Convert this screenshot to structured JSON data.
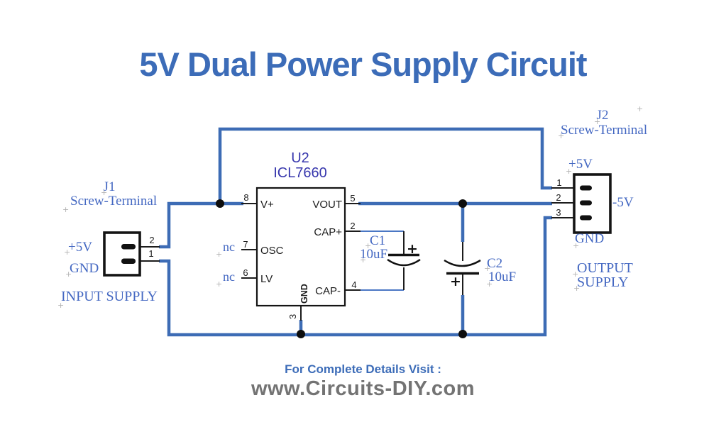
{
  "title": "5V Dual Power Supply Circuit",
  "colors": {
    "title_blue": "#3c6cb8",
    "wire_blue": "#3d6cb5",
    "label_blue": "#4468c2",
    "ic_ref_indigo": "#3737ad",
    "ink_black": "#1c1c1c",
    "footer_gray": "#737373"
  },
  "ic": {
    "ref": "U2",
    "part": "ICL7660",
    "left_pins": [
      {
        "num": "8",
        "name": "V+"
      },
      {
        "num": "7",
        "name": "OSC"
      },
      {
        "num": "6",
        "name": "LV"
      }
    ],
    "right_pins": [
      {
        "num": "5",
        "name": "VOUT"
      },
      {
        "num": "2",
        "name": "CAP+"
      },
      {
        "num": "4",
        "name": "CAP-"
      }
    ],
    "bottom_pin": {
      "num": "3",
      "name": "GND"
    },
    "nc_label": "nc"
  },
  "connectors": {
    "j1": {
      "ref": "J1",
      "type": "Screw-Terminal",
      "pins": [
        "2",
        "1"
      ],
      "pos_label": "+5V",
      "gnd_label": "GND",
      "caption": "INPUT SUPPLY"
    },
    "j2": {
      "ref": "J2",
      "type": "Screw-Terminal",
      "pins": [
        "1",
        "2",
        "3"
      ],
      "pos_label": "+5V",
      "neg_label": "-5V",
      "gnd_label": "GND",
      "caption_line1": "OUTPUT",
      "caption_line2": "SUPPLY"
    }
  },
  "capacitors": [
    {
      "ref": "C1",
      "value": "10uF",
      "polarity": "+"
    },
    {
      "ref": "C2",
      "value": "10uF",
      "polarity": "+"
    }
  ],
  "decor": {
    "anchor": "+"
  },
  "footer": {
    "line1": "For Complete Details Visit :",
    "line2": "www.Circuits-DIY.com"
  }
}
